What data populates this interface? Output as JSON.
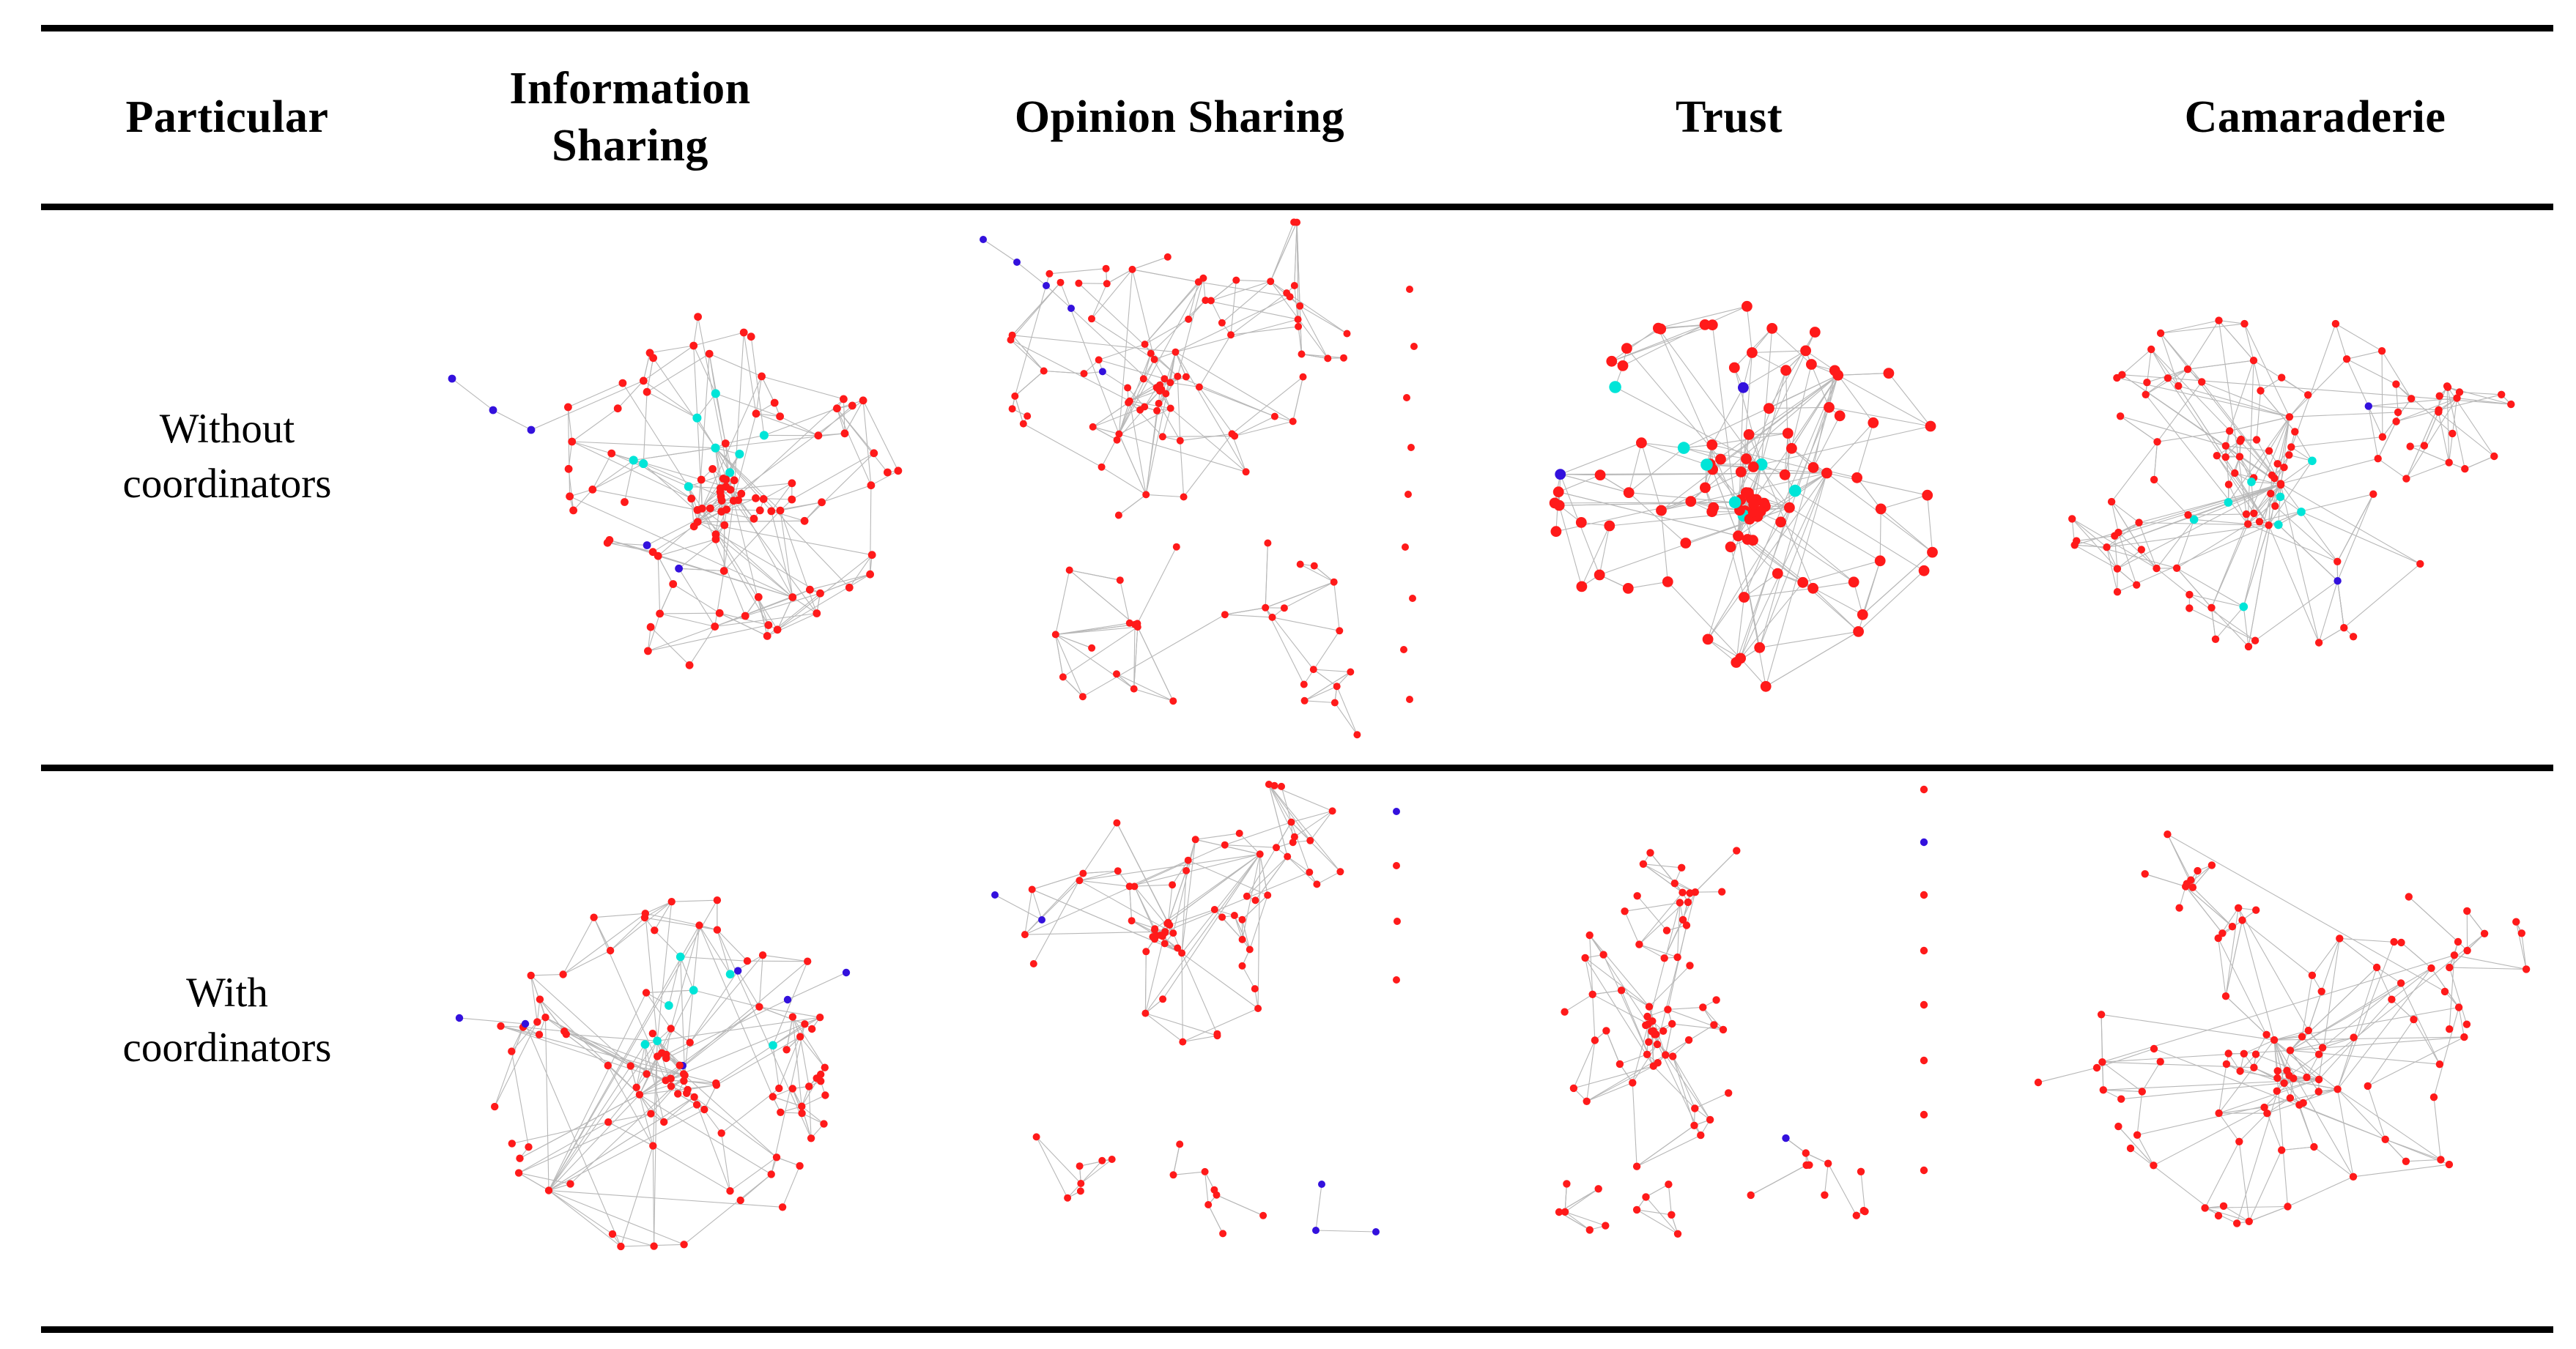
{
  "figure": {
    "type": "network-graph-table",
    "description": "Comparison of organisational social network graphs without and with coordinators across four relationship types"
  },
  "table": {
    "columns": [
      {
        "key": "particular",
        "label": "Particular"
      },
      {
        "key": "information",
        "label": "Information\nSharing"
      },
      {
        "key": "opinion",
        "label": "Opinion Sharing"
      },
      {
        "key": "trust",
        "label": "Trust"
      },
      {
        "key": "camaraderie",
        "label": "Camaraderie"
      }
    ],
    "rows": [
      {
        "key": "without",
        "label": "Without\ncoordinators"
      },
      {
        "key": "with",
        "label": "With\ncoordinators"
      }
    ]
  },
  "legend": {
    "node_colors": {
      "regular_member": "#FF1A1A",
      "coordinator": "#00E5D8",
      "isolate_or_other": "#3311DD"
    },
    "edge_color": "#B8B8B8"
  },
  "chart_data": {
    "type": "scatter",
    "title": "",
    "xlabel": "",
    "ylabel": "",
    "graphs": [
      {
        "id": "info-without",
        "row": "Without coordinators",
        "column": "Information Sharing",
        "node_counts": {
          "red": 104,
          "cyan": 11,
          "blue": 5
        },
        "layout": "single dense hairball with long left tail of blue nodes"
      },
      {
        "id": "opinion-without",
        "row": "Without coordinators",
        "column": "Opinion Sharing",
        "node_counts": {
          "red": 96,
          "cyan": 0,
          "blue": 4
        },
        "layout": "upper cluster, lower cluster and right-hand column of isolates"
      },
      {
        "id": "trust-without",
        "row": "Without coordinators",
        "column": "Trust",
        "node_counts": {
          "red": 102,
          "cyan": 8,
          "blue": 2
        },
        "layout": "single large dense core with radiating spokes"
      },
      {
        "id": "camaraderie-without",
        "row": "Without coordinators",
        "column": "Camaraderie",
        "node_counts": {
          "red": 110,
          "cyan": 7,
          "blue": 2
        },
        "layout": "wide dense core with right satellite clique"
      },
      {
        "id": "info-with",
        "row": "With coordinators",
        "column": "Information Sharing",
        "node_counts": {
          "red": 98,
          "cyan": 7,
          "blue": 4
        },
        "layout": "dense core with right-hand satellite clique"
      },
      {
        "id": "opinion-with",
        "row": "With coordinators",
        "column": "Opinion Sharing",
        "node_counts": {
          "red": 78,
          "cyan": 0,
          "blue": 5
        },
        "layout": "one main component plus three small components and isolate column"
      },
      {
        "id": "trust-with",
        "row": "With coordinators",
        "column": "Trust",
        "node_counts": {
          "red": 80,
          "cyan": 0,
          "blue": 2
        },
        "layout": "vertical chain cluster plus star components and isolate column"
      },
      {
        "id": "camaraderie-with",
        "row": "With coordinators",
        "column": "Camaraderie",
        "node_counts": {
          "red": 92,
          "cyan": 0,
          "blue": 0
        },
        "layout": "one main component with upper-left clique and right spokes"
      }
    ]
  }
}
